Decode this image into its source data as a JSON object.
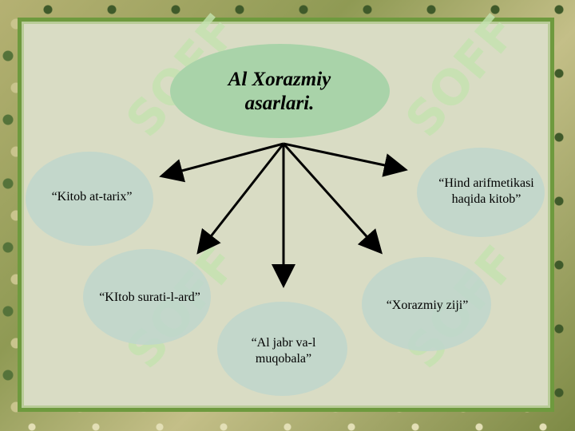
{
  "diagram": {
    "title": "Al Xorazmiy\nasarlari.",
    "nodes": [
      {
        "id": "kitob-at-tarix",
        "text": "“Kitob at-tarix”"
      },
      {
        "id": "hind-arifmetikasi",
        "text": "“Hind arifmetikasi\nhaqida kitob”"
      },
      {
        "id": "kitob-surati",
        "text": "“KItob surati-l-ard”"
      },
      {
        "id": "xorazmiy-ziji",
        "text": "“Xorazmiy ziji”"
      },
      {
        "id": "al-jabr",
        "text": "“Al jabr va-l\nmuqobala”"
      }
    ]
  },
  "watermark": "SOFF",
  "colors": {
    "border": "#6e9a3e",
    "panel": "#d9dcc4",
    "bubble": "#bed6cd",
    "center_bubble": "#a9d3a9",
    "arrow": "#000000"
  }
}
